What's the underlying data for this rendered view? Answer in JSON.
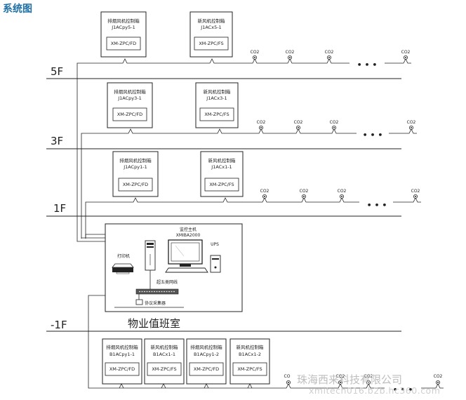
{
  "title": "系统图",
  "floors": {
    "f5": "5F",
    "f3": "3F",
    "f1": "1F",
    "fb1": "-1F"
  },
  "controllers": {
    "f5_smoke": {
      "name": "排烟风机控制箱",
      "code": "J1ACpy5-1",
      "module": "XM-ZPC/FD"
    },
    "f5_fresh": {
      "name": "新风机控制箱",
      "code": "J1ACx5-1",
      "module": "XM-ZPC/FS"
    },
    "f3_smoke": {
      "name": "排烟风机控制箱",
      "code": "J1ACpy3-1",
      "module": "XM-ZPC/FD"
    },
    "f3_fresh": {
      "name": "新风机控制箱",
      "code": "J1ACx3-1",
      "module": "XM-ZPC/FS"
    },
    "f1_smoke": {
      "name": "排烟风机控制箱",
      "code": "J1ACpy1-1",
      "module": "XM-ZPC/FD"
    },
    "f1_fresh": {
      "name": "新风机控制箱",
      "code": "J1ACx1-1",
      "module": "XM-ZPC/FS"
    },
    "b1_smoke1": {
      "name": "排烟风机控制箱",
      "code": "B1ACpy1-1",
      "module": "XM-ZPC/FD"
    },
    "b1_fresh1": {
      "name": "新风机控制箱",
      "code": "B1ACx1-1",
      "module": "XM-ZPC/FS"
    },
    "b1_smoke2": {
      "name": "排烟风机控制箱",
      "code": "B1ACpy1-2",
      "module": "XM-ZPC/FD"
    },
    "b1_fresh2": {
      "name": "新风机控制箱",
      "code": "B1ACx1-2",
      "module": "XM-ZPC/FS"
    }
  },
  "sensor_label": "CO2",
  "sensor_label_b1": "CO",
  "ellipsis": "• • •",
  "monitor_room": {
    "host_label": "监控主机",
    "host_model": "XMIBA2000",
    "ups_label": "UPS",
    "printer_label": "打印机",
    "cable_label": "超五类网线",
    "collector_label": "协议采集器",
    "room_name": "物业值班室"
  },
  "watermark": {
    "company": "珠海西来科技有限公司",
    "url": "xmitech016.b2b.hc360.com"
  }
}
